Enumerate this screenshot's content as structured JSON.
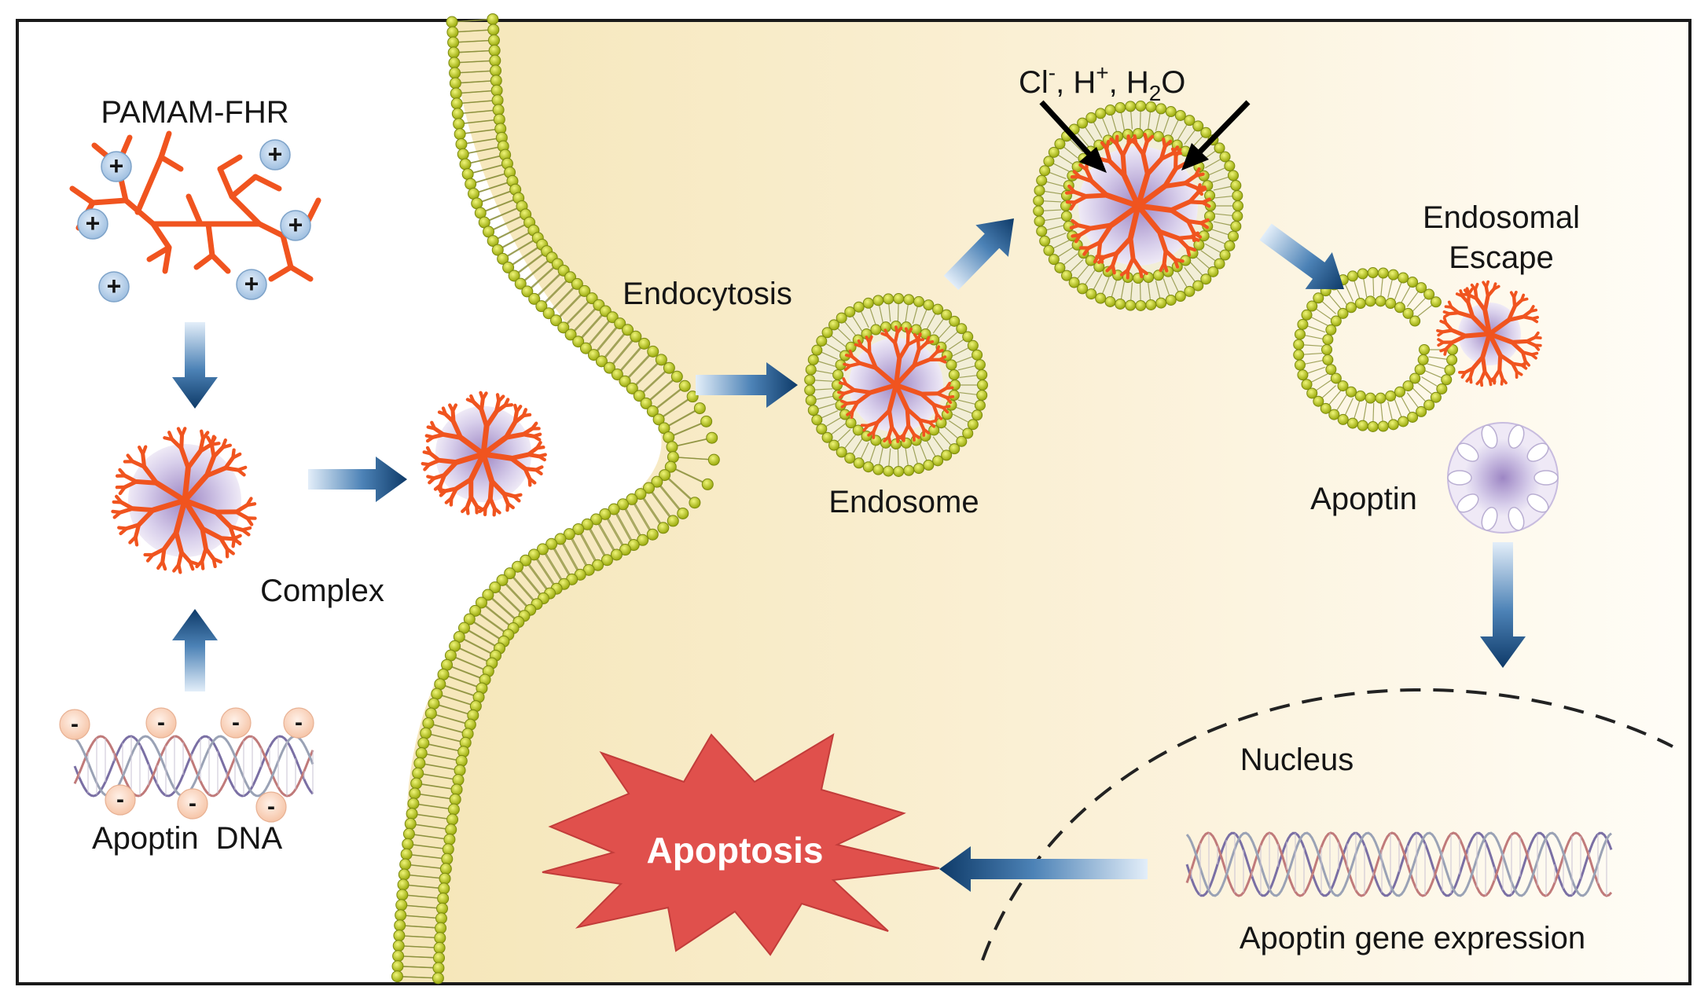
{
  "labels": {
    "pamam": "PAMAM-FHR",
    "complex": "Complex",
    "apoptin_dna_1": "Apoptin",
    "apoptin_dna_2": "DNA",
    "endocytosis": "Endocytosis",
    "endosome": "Endosome",
    "ions_cl": "Cl",
    "ions_minus": "-",
    "ions_sep1": ", H",
    "ions_plus": "+",
    "ions_sep2": ", H",
    "ions_sub2": "2",
    "ions_o": "O",
    "endosomal_1": "Endosomal",
    "endosomal_2": "Escape",
    "apoptin": "Apoptin",
    "nucleus": "Nucleus",
    "gene_expression": "Apoptin gene expression",
    "apoptosis": "Apoptosis"
  },
  "charges": {
    "positive": "+",
    "negative": "-"
  },
  "colors": {
    "dendrimer": "#f0541f",
    "lipid_head": "#c6d21a",
    "lipid_tail": "#8a8f3a",
    "cytoplasm": "#f7ebc6",
    "arrow_dark": "#0e3a68",
    "apoptosis_burst": "#e24f4b",
    "core": "#c9b7e0"
  }
}
